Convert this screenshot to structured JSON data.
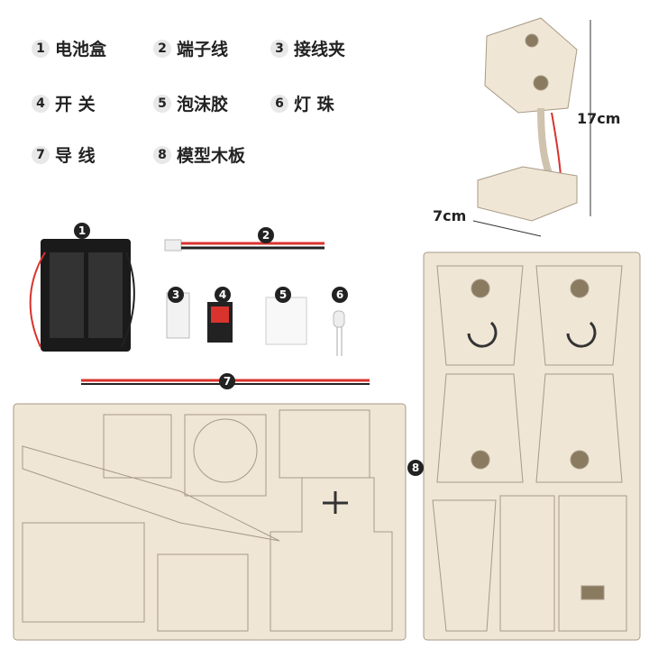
{
  "parts": [
    {
      "num": "1",
      "name": "电池盒"
    },
    {
      "num": "2",
      "name": "端子线"
    },
    {
      "num": "3",
      "name": "接线夹"
    },
    {
      "num": "4",
      "name": "开 关"
    },
    {
      "num": "5",
      "name": "泡沫胶"
    },
    {
      "num": "6",
      "name": "灯 珠"
    },
    {
      "num": "7",
      "name": "导 线"
    },
    {
      "num": "8",
      "name": "模型木板"
    }
  ],
  "dimensions": {
    "height": "17cm",
    "width": "7cm"
  },
  "colors": {
    "wood": "#efe6d6",
    "wood_edge": "#a89a85",
    "wire_red": "#d9332e",
    "battery": "#1a1a1a"
  }
}
